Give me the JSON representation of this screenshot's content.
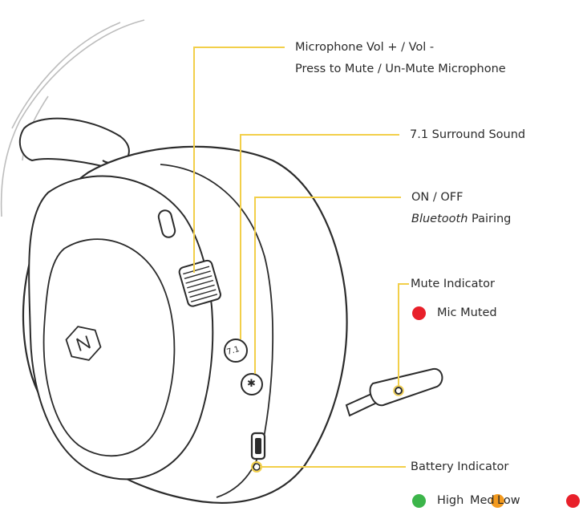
{
  "callouts": {
    "mic_volume": {
      "line1": "Microphone Vol + / Vol -",
      "line2": "Press to Mute / Un-Mute Microphone"
    },
    "surround": {
      "label": "7.1 Surround Sound"
    },
    "power": {
      "line1": "ON / OFF",
      "line2_italic": "Bluetooth",
      "line2_rest": " Pairing"
    },
    "mute_indicator": {
      "title": "Mute Indicator",
      "state_label": "Mic Muted",
      "state_color": "#e8202a"
    },
    "battery_indicator": {
      "title": "Battery Indicator",
      "levels": [
        {
          "label": "High",
          "color": "#3cb54a"
        },
        {
          "label": "Med",
          "color": "#f39a1e"
        },
        {
          "label": "Low",
          "color": "#e8202a"
        }
      ]
    }
  },
  "device": {
    "button_labels": {
      "surround": "7.1",
      "bluetooth": "✱"
    }
  },
  "colors": {
    "leader_line": "#f2cf4a",
    "outline": "#2b2b2b"
  }
}
